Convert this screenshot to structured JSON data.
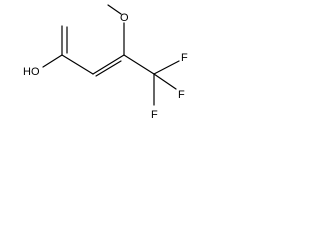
{
  "molecule": {
    "atoms": {
      "methoxy_oxygen": "O",
      "hydroxyl": "HO",
      "fluorine_top": "F",
      "fluorine_right": "F",
      "fluorine_bottom": "F"
    }
  },
  "colors": {
    "bond": "#000000",
    "label": "#000000",
    "background": "#ffffff"
  }
}
